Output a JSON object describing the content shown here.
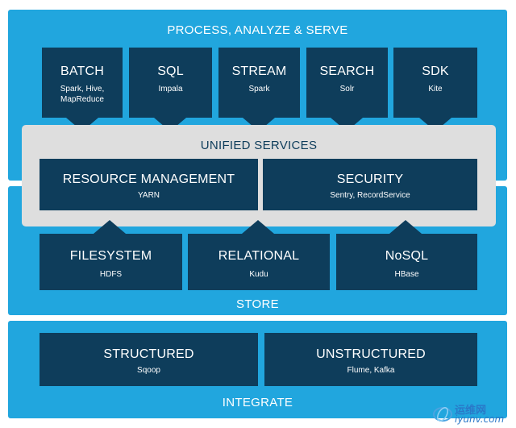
{
  "process": {
    "title": "PROCESS, ANALYZE & SERVE",
    "boxes": [
      {
        "name": "BATCH",
        "sub": "Spark, Hive,\nMapReduce"
      },
      {
        "name": "SQL",
        "sub": "Impala"
      },
      {
        "name": "STREAM",
        "sub": "Spark"
      },
      {
        "name": "SEARCH",
        "sub": "Solr"
      },
      {
        "name": "SDK",
        "sub": "Kite"
      }
    ]
  },
  "unified": {
    "title": "UNIFIED SERVICES",
    "boxes": [
      {
        "name": "RESOURCE MANAGEMENT",
        "sub": "YARN"
      },
      {
        "name": "SECURITY",
        "sub": "Sentry, RecordService"
      }
    ]
  },
  "store": {
    "title": "STORE",
    "boxes": [
      {
        "name": "FILESYSTEM",
        "sub": "HDFS"
      },
      {
        "name": "RELATIONAL",
        "sub": "Kudu"
      },
      {
        "name": "NoSQL",
        "sub": "HBase"
      }
    ]
  },
  "integrate": {
    "title": "INTEGRATE",
    "boxes": [
      {
        "name": "STRUCTURED",
        "sub": "Sqoop"
      },
      {
        "name": "UNSTRUCTURED",
        "sub": "Flume, Kafka"
      }
    ]
  },
  "watermark": {
    "text": "运维网",
    "url": "iyunv.com"
  },
  "colors": {
    "band": "#21a6de",
    "box": "#0e3d5b",
    "unified_panel": "#dedede"
  }
}
